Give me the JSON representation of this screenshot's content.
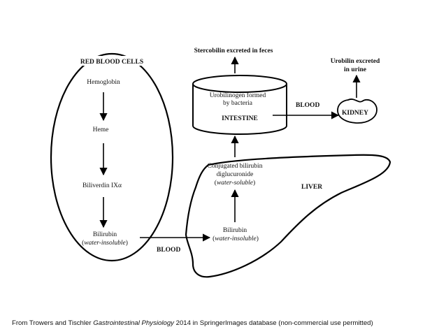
{
  "diagram": {
    "rbc_title": "RED BLOOD CELLS",
    "hemoglobin": "Hemoglobin",
    "heme": "Heme",
    "biliverdin": "Biliverdin IXα",
    "bilirubin": "Bilirubin",
    "water_insoluble": "water-insoluble",
    "blood_left": "BLOOD",
    "liver": "LIVER",
    "liver_bilirubin": "Bilirubin",
    "liver_water_insoluble": "water-insoluble",
    "conjugated_line1": "Conjugated bilirubin",
    "conjugated_line2": "diglucuronide",
    "water_soluble": "water-soluble",
    "intestine": "INTESTINE",
    "urobilinogen_line1": "Urobilinogen formed",
    "urobilinogen_line2": "by bacteria",
    "stercobilin": "Stercobilin excreted in feces",
    "blood_right": "BLOOD",
    "kidney": "KIDNEY",
    "urobilin_line1": "Urobilin excreted",
    "urobilin_line2": "in urine"
  },
  "caption": {
    "prefix": "From Trowers and Tischler ",
    "book": "Gastrointestinal Physiology",
    "suffix": " 2014 in SpringerImages database (non-commercial use permitted)"
  }
}
